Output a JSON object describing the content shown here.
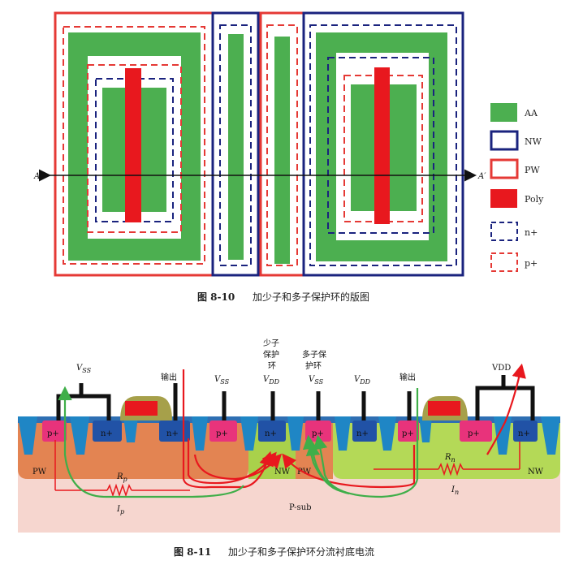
{
  "fig1": {
    "caption_num": "图 8-10",
    "caption_text": "加少子和多子保护环的版图",
    "axis_left": "A",
    "axis_right": "A′",
    "legend": [
      {
        "label": "AA",
        "type": "fill",
        "color": "#4caf50"
      },
      {
        "label": "NW",
        "type": "outline",
        "color": "#1a237e"
      },
      {
        "label": "PW",
        "type": "outline",
        "color": "#e53935"
      },
      {
        "label": "Poly",
        "type": "fill",
        "color": "#e8181e"
      },
      {
        "label": "n+",
        "type": "dashed",
        "color": "#1a237e"
      },
      {
        "label": "p+",
        "type": "dashed",
        "color": "#e53935"
      }
    ]
  },
  "fig2": {
    "caption_num": "图 8-11",
    "caption_text": "加少子和多子保护环分流衬底电流",
    "vss_main": "V",
    "vss_sub": "SS",
    "vdd_main": "V",
    "vdd_sub": "DD",
    "output": "输出",
    "minority_ring": [
      "少子",
      "保护",
      "环"
    ],
    "majority_ring": [
      "多子保",
      "护环"
    ],
    "vdd_label": "VDD",
    "p_plus": "p+",
    "n_plus": "n+",
    "pw": "PW",
    "nw": "NW",
    "psub": "P-sub",
    "rp_main": "R",
    "rp_sub": "p",
    "ip_main": "I",
    "ip_sub": "p",
    "rn_main": "R",
    "rn_sub": "n",
    "in_main": "I",
    "in_sub": "n"
  }
}
